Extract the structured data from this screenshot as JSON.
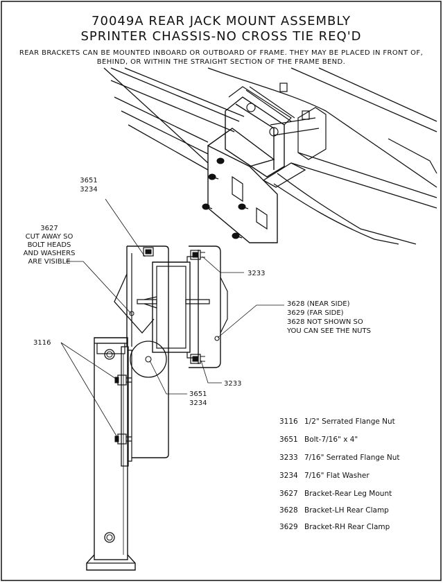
{
  "title": {
    "line1": "70049A REAR JACK MOUNT ASSEMBLY",
    "line2": "SPRINTER CHASSIS-NO CROSS TIE REQ'D"
  },
  "note": {
    "line1": "REAR BRACKETS CAN BE MOUNTED INBOARD OR OUTBOARD OF FRAME. THEY MAY BE PLACED IN FRONT OF,",
    "line2": "BEHIND, OR WITHIN THE STRAIGHT SECTION OF THE FRAME BEND."
  },
  "callouts": {
    "c3651_top": {
      "a": "3651",
      "b": "3234"
    },
    "c3627": {
      "a": "3627",
      "b": "CUT AWAY SO",
      "c": "BOLT HEADS",
      "d": "AND WASHERS",
      "e": "ARE VISIBLE"
    },
    "c3233_top": "3233",
    "c3628": {
      "a": "3628 (NEAR SIDE)",
      "b": "3629 (FAR SIDE)",
      "c": "3628 NOT SHOWN SO",
      "d": "YOU CAN SEE THE NUTS"
    },
    "c3116": "3116",
    "c3233_bot": "3233",
    "c3651_bot": {
      "a": "3651",
      "b": "3234"
    }
  },
  "parts": [
    {
      "num": "3116",
      "desc": "1/2\" Serrated Flange Nut"
    },
    {
      "num": "3651",
      "desc": "Bolt-7/16\" x 4\""
    },
    {
      "num": "3233",
      "desc": "7/16\" Serrated Flange Nut"
    },
    {
      "num": "3234",
      "desc": "7/16\" Flat Washer"
    },
    {
      "num": "3627",
      "desc": "Bracket-Rear Leg Mount"
    },
    {
      "num": "3628",
      "desc": "Bracket-LH Rear Clamp"
    },
    {
      "num": "3629",
      "desc": "Bracket-RH Rear Clamp"
    }
  ]
}
